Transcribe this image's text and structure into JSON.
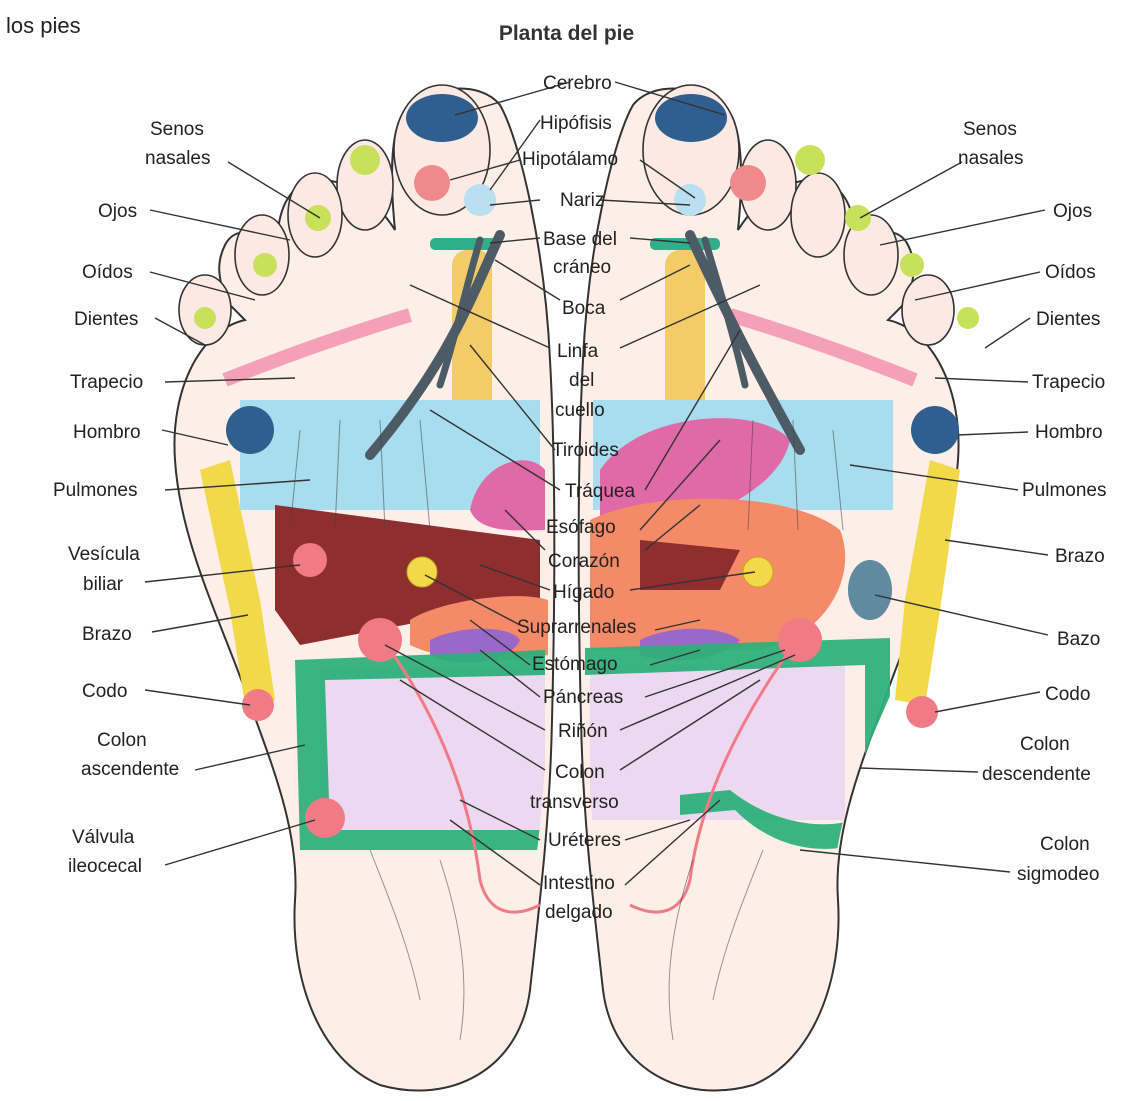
{
  "caption": {
    "line1": "",
    "line2": "los pies"
  },
  "title": "Planta del pie",
  "colors": {
    "brain": "#2f5f8f",
    "sinus": "#c9e05a",
    "pituitary": "#b9dff0",
    "hypothalamus": "#f08a8a",
    "neck_base": "#2fb08a",
    "mouth": "#f2c85a",
    "lymph": "#4d5b66",
    "trapezius": "#f4a0b8",
    "shoulder": "#2f5f8f",
    "lungs": "#a8dcef",
    "arm": "#f2d94a",
    "liver": "#8e2e2e",
    "heart": "#e06aa8",
    "stomach": "#f58a68",
    "pancreas": "#9a68c8",
    "kidney": "#f07a86",
    "colon": "#2fb07a",
    "intestine": "#ecd8f0",
    "spleen": "#5f8aa0",
    "foot_skin": "#fdeee8"
  },
  "labels": {
    "center": {
      "cerebro": "Cerebro",
      "hipofisis": "Hipófisis",
      "hipotalamo": "Hipotálamo",
      "nariz": "Nariz",
      "base1": "Base del",
      "base2": "cráneo",
      "boca": "Boca",
      "linfa1": "Linfa",
      "linfa2": "del",
      "linfa3": "cuello",
      "tiroides": "Tiroides",
      "traquea": "Tráquea",
      "esofago": "Esófago",
      "corazon": "Corazón",
      "higado": "Hígado",
      "suprarrenales": "Suprarrenales",
      "estomago": "Estómago",
      "pancreas": "Páncreas",
      "rinon": "Riñón",
      "colon_t1": "Colon",
      "colon_t2": "transverso",
      "ureteres": "Uréteres",
      "intestino1": "Intestino",
      "intestino2": "delgado"
    },
    "left": {
      "senos1": "Senos",
      "senos2": "nasales",
      "ojos": "Ojos",
      "oidos": "Oídos",
      "dientes": "Dientes",
      "trapecio": "Trapecio",
      "hombro": "Hombro",
      "pulmones": "Pulmones",
      "vesicula1": "Vesícula",
      "vesicula2": "biliar",
      "brazo": "Brazo",
      "codo": "Codo",
      "colon_a1": "Colon",
      "colon_a2": "ascendente",
      "valvula1": "Válvula",
      "valvula2": "ileocecal"
    },
    "right": {
      "senos1": "Senos",
      "senos2": "nasales",
      "ojos": "Ojos",
      "oidos": "Oídos",
      "dientes": "Dientes",
      "trapecio": "Trapecio",
      "hombro": "Hombro",
      "pulmones": "Pulmones",
      "brazo": "Brazo",
      "bazo": "Bazo",
      "codo": "Codo",
      "colon_d1": "Colon",
      "colon_d2": "descendente",
      "colon_s1": "Colon",
      "colon_s2": "sigmodeo"
    }
  }
}
